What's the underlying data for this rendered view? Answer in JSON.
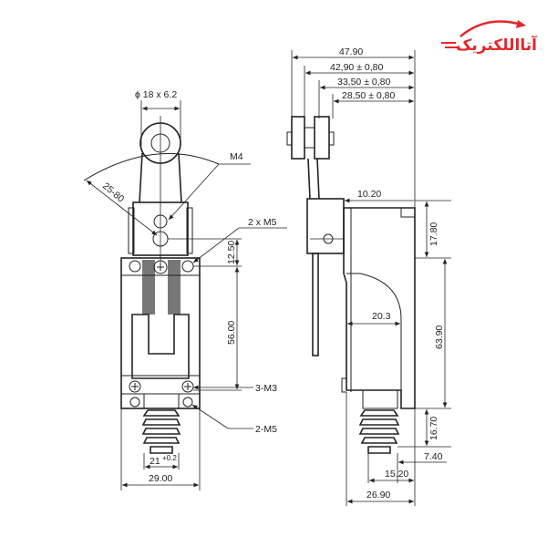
{
  "logo": {
    "text": "آتااللکتریک",
    "color": "#e3262b"
  },
  "front_view": {
    "roller_dim": "ϕ 18 x 6.2",
    "lever_range": "25-80",
    "m4": "M4",
    "two_m5_top": "2 x M5",
    "dim_12_50": "12.50",
    "dim_56_00": "56.00",
    "three_m3": "3-M3",
    "two_m5_bottom": "2-M5",
    "dim_21": "21",
    "dim_21_tol": "+0.2",
    "dim_29_00": "29.00"
  },
  "side_view": {
    "dim_47_90": "47.90",
    "dim_42_90": "42,90 ± 0,80",
    "dim_33_50": "33,50 ± 0,80",
    "dim_28_50": "28,50 ± 0,80",
    "dim_10_20": "10.20",
    "dim_17_80": "17.80",
    "dim_20_3": "20.3",
    "dim_63_90": "63.90",
    "dim_16_70": "16.70",
    "dim_7_40": "7.40",
    "dim_15_20": "15.20",
    "dim_26_90": "26.90"
  }
}
